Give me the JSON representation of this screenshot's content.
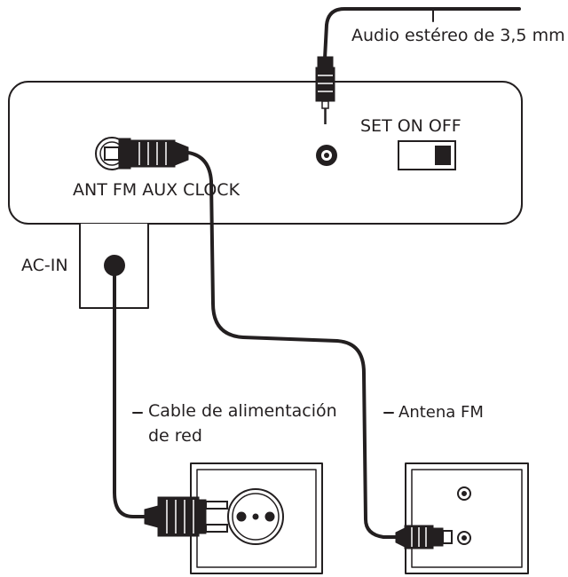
{
  "labels": {
    "audio_cable": "Audio estéreo de 3,5 mm",
    "switch": "SET ON OFF",
    "rear_jacks": "ANT FM AUX CLOCK",
    "ac_in": "AC-IN",
    "power_cable_line1": "Cable de alimentación",
    "power_cable_line2": "de red",
    "fm_antenna": "Antena FM"
  },
  "colors": {
    "ink": "#231f20",
    "panel_fill": "#ffffff",
    "switch_knob": "#231f20"
  },
  "switch_state": "OFF",
  "icons": [
    "audio-jack-plug-icon",
    "fm-coax-plug-icon",
    "power-plug-icon",
    "wall-socket-icon",
    "antenna-wall-outlet-icon"
  ]
}
